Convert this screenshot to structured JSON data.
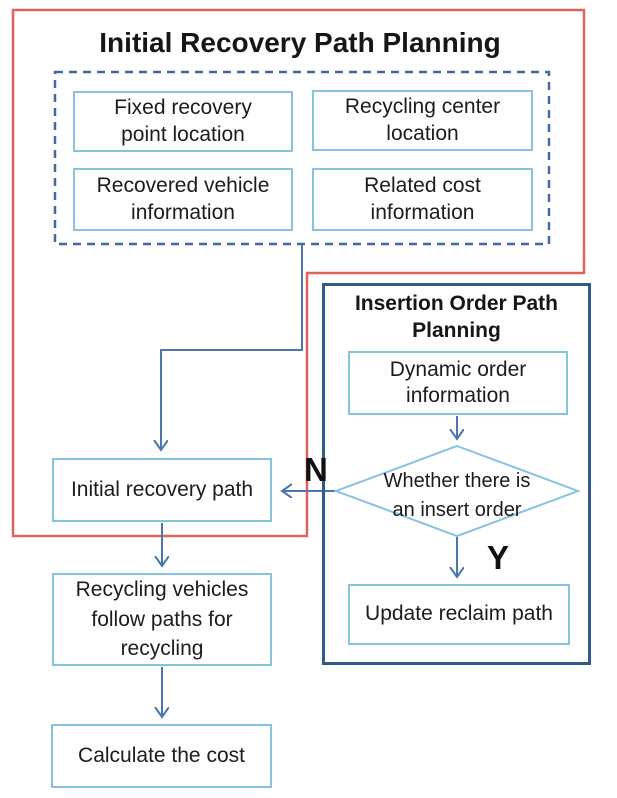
{
  "colors": {
    "outer_frame_red": "#e0635a",
    "dashed_frame_blue": "#44699f",
    "connector_blue": "#4a76ab",
    "light_box_border": "#85c3de",
    "dark_panel_border": "#2f5a8e",
    "text": "#1c1c1c"
  },
  "planning": {
    "title": "Initial Recovery Path Planning",
    "inputs": [
      {
        "label": "Fixed recovery\npoint location"
      },
      {
        "label": "Recycling center\nlocation"
      },
      {
        "label": "Recovered vehicle\ninformation"
      },
      {
        "label": "Related cost\ninformation"
      }
    ]
  },
  "insertion": {
    "title": "Insertion Order Path\nPlanning",
    "dynamic_order_label": "Dynamic order\ninformation",
    "decision_label": "Whether there is\nan insert order",
    "branch_no": "N",
    "branch_yes": "Y",
    "update_label": "Update reclaim path"
  },
  "flow": {
    "initial_path_label": "Initial recovery path",
    "recycling_label": "Recycling vehicles\nfollow paths for\nrecycling",
    "calculate_label": "Calculate the cost"
  }
}
